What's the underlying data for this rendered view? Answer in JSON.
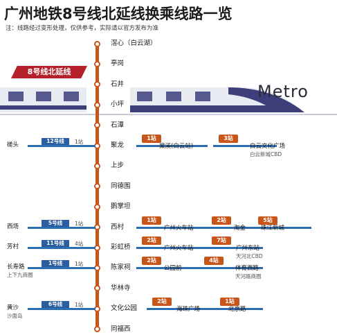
{
  "header": {
    "title": "广州地铁8号线北延线换乘线路一览",
    "note": "注：线路经过变形处理，仅供参考，实际请以官方发布为准"
  },
  "banner": {
    "label": "8号线北延线"
  },
  "logo": {
    "text": "Metro"
  },
  "colors": {
    "line8": "#c8561a",
    "transfer": "#2b6db3",
    "banner": "#b5202a",
    "train": "#3c3f7a"
  },
  "stations": [
    "滘心（白云湖）",
    "亭岗",
    "石井",
    "小坪",
    "石潭",
    "聚龙",
    "上步",
    "同德围",
    "鹅掌坦",
    "西村",
    "彩虹桥",
    "陈家祠",
    "华林寺",
    "文化公园",
    "同福西"
  ],
  "transfers": [
    {
      "left_label": "槎头",
      "left_sub": "",
      "line": "12号线",
      "count": "1站",
      "station": "聚龙",
      "segments": [
        {
          "badge": "1",
          "dest": "棠溪(白云站)",
          "sub": ""
        },
        {
          "badge": "3",
          "dest": "白云文化广场",
          "sub": "白云新城CBD"
        }
      ]
    },
    {
      "left_label": "西场",
      "left_sub": "",
      "line": "5号线",
      "count": "1站",
      "station": "西村",
      "segments": [
        {
          "badge": "1",
          "dest": "广州火车站",
          "sub": ""
        },
        {
          "badge": "2",
          "dest": "淘金",
          "sub": ""
        },
        {
          "badge": "5",
          "dest": "珠江新城",
          "sub": ""
        }
      ]
    },
    {
      "left_label": "芳村",
      "left_sub": "",
      "line": "11号线",
      "count": "4站",
      "station": "彩虹桥",
      "segments": [
        {
          "badge": "2",
          "dest": "广州火车站",
          "sub": ""
        },
        {
          "badge": "7",
          "dest": "广州东站",
          "sub": "天河北CBD"
        }
      ]
    },
    {
      "left_label": "长寿路",
      "left_sub": "上下九商圈",
      "line": "1号线",
      "count": "1站",
      "station": "陈家祠",
      "segments": [
        {
          "badge": "2",
          "dest": "公园前",
          "sub": ""
        },
        {
          "badge": "4",
          "dest": "体育西路",
          "sub": "天河路商圈"
        }
      ]
    },
    {
      "left_label": "黄沙",
      "left_sub": "沙面岛",
      "line": "6号线",
      "count": "1站",
      "station": "文化公园",
      "segments": [
        {
          "badge": "2",
          "dest": "海珠广场",
          "sub": ""
        },
        {
          "badge": "1",
          "dest": "北京路",
          "sub": ""
        }
      ]
    }
  ],
  "badge_suffix": "站"
}
